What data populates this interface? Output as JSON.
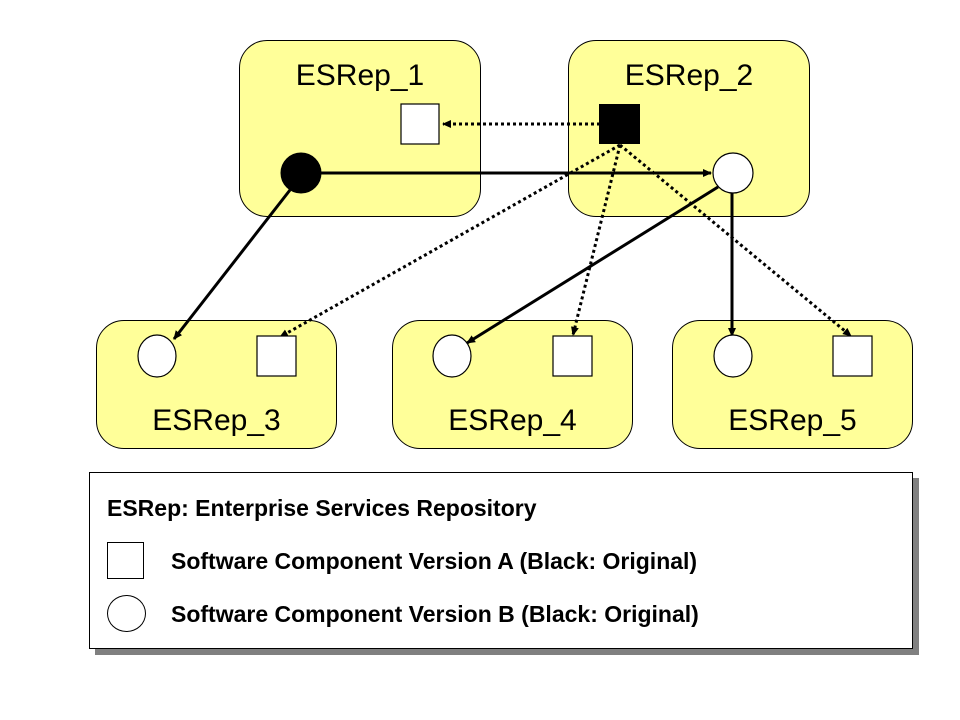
{
  "repositories": [
    {
      "id": "esrep1",
      "label": "ESRep_1"
    },
    {
      "id": "esrep2",
      "label": "ESRep_2"
    },
    {
      "id": "esrep3",
      "label": "ESRep_3"
    },
    {
      "id": "esrep4",
      "label": "ESRep_4"
    },
    {
      "id": "esrep5",
      "label": "ESRep_5"
    }
  ],
  "components": [
    {
      "repo": "ESRep_1",
      "type": "version-a",
      "style": "copy"
    },
    {
      "repo": "ESRep_1",
      "type": "version-b",
      "style": "original"
    },
    {
      "repo": "ESRep_2",
      "type": "version-a",
      "style": "original"
    },
    {
      "repo": "ESRep_2",
      "type": "version-b",
      "style": "copy"
    },
    {
      "repo": "ESRep_3",
      "type": "version-b",
      "style": "copy"
    },
    {
      "repo": "ESRep_3",
      "type": "version-a",
      "style": "copy"
    },
    {
      "repo": "ESRep_4",
      "type": "version-b",
      "style": "copy"
    },
    {
      "repo": "ESRep_4",
      "type": "version-a",
      "style": "copy"
    },
    {
      "repo": "ESRep_5",
      "type": "version-b",
      "style": "copy"
    },
    {
      "repo": "ESRep_5",
      "type": "version-a",
      "style": "copy"
    }
  ],
  "edges": [
    {
      "from": "ESRep_2.version-a",
      "to": "ESRep_1.version-a",
      "line": "dotted"
    },
    {
      "from": "ESRep_1.version-b",
      "to": "ESRep_2.version-b",
      "line": "solid"
    },
    {
      "from": "ESRep_1.version-b",
      "to": "ESRep_3.version-b",
      "line": "solid"
    },
    {
      "from": "ESRep_2.version-a",
      "to": "ESRep_3.version-a",
      "line": "dotted"
    },
    {
      "from": "ESRep_2.version-b",
      "to": "ESRep_4.version-b",
      "line": "solid"
    },
    {
      "from": "ESRep_2.version-a",
      "to": "ESRep_4.version-a",
      "line": "dotted"
    },
    {
      "from": "ESRep_2.version-b",
      "to": "ESRep_5.version-b",
      "line": "solid"
    },
    {
      "from": "ESRep_2.version-a",
      "to": "ESRep_5.version-a",
      "line": "dotted"
    }
  ],
  "legend": {
    "title": "ESRep: Enterprise Services Repository",
    "items": [
      {
        "shape": "square",
        "label": "Software Component Version A (Black: Original)"
      },
      {
        "shape": "circle",
        "label": "Software Component Version B (Black: Original)"
      }
    ]
  },
  "colors": {
    "repo_fill": "#ffff99",
    "original": "#000000",
    "copy": "#ffffff",
    "shadow": "#808080"
  }
}
